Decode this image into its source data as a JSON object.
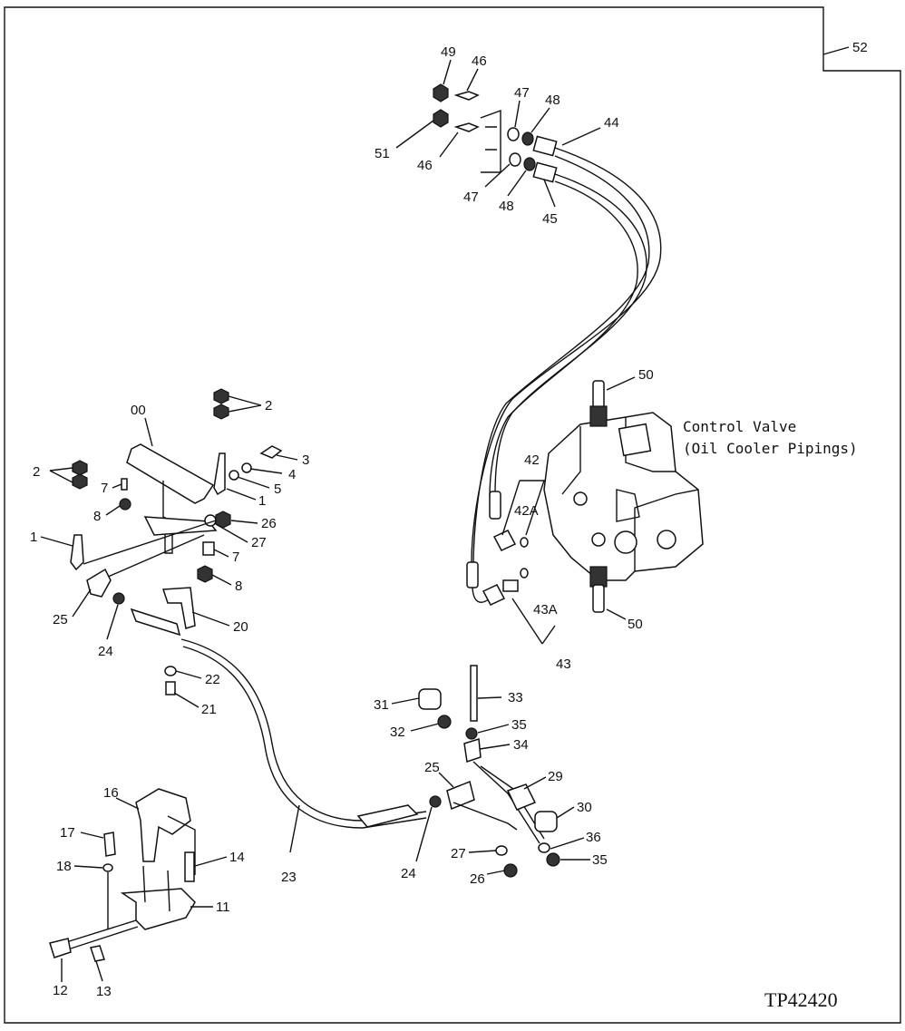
{
  "diagram": {
    "title_lines": [
      "Control Valve",
      "(Oil Cooler Pipings)"
    ],
    "figure_code": "TP42420",
    "callouts": {
      "c52": "52",
      "c49": "49",
      "c46a": "46",
      "c47a": "47",
      "c48a": "48",
      "c44": "44",
      "c51": "51",
      "c46b": "46",
      "c47b": "47",
      "c48b": "48",
      "c45": "45",
      "c50a": "50",
      "c50b": "50",
      "c42": "42",
      "c42A": "42A",
      "c43A": "43A",
      "c43": "43",
      "c00": "00",
      "c2a": "2",
      "c3": "3",
      "c4": "4",
      "c5": "5",
      "c1a": "1",
      "c2b": "2",
      "c7a": "7",
      "c8a": "8",
      "c1b": "1",
      "c26a": "26",
      "c27a": "27",
      "c7b": "7",
      "c8b": "8",
      "c25a": "25",
      "c24a": "24",
      "c20": "20",
      "c22": "22",
      "c21": "21",
      "c23": "23",
      "c31": "31",
      "c33": "33",
      "c32": "32",
      "c35a": "35",
      "c34": "34",
      "c25b": "25",
      "c29": "29",
      "c30": "30",
      "c24b": "24",
      "c27b": "27",
      "c36": "36",
      "c26b": "26",
      "c35b": "35",
      "c16": "16",
      "c17": "17",
      "c18": "18",
      "c14": "14",
      "c11": "11",
      "c12": "12",
      "c13": "13"
    }
  }
}
